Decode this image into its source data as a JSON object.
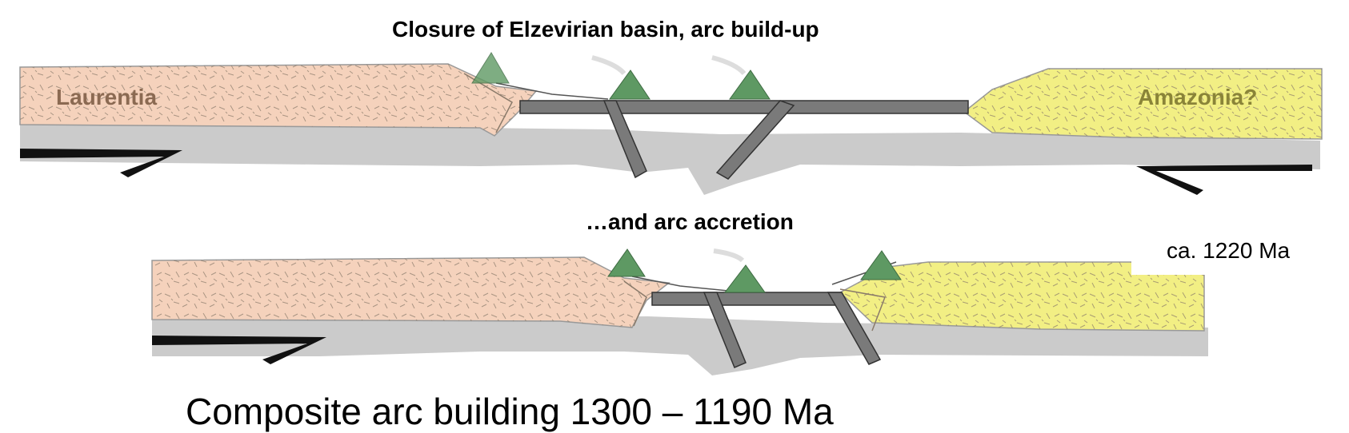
{
  "labels": {
    "title_top": "Closure of Elzevirian basin, arc build-up",
    "title_bottom": "…and arc accretion",
    "laurentia": "Laurentia",
    "amazonia": "Amazonia?",
    "age": "ca. 1220 Ma",
    "caption": "Composite arc building 1300 – 1190 Ma"
  },
  "colors": {
    "laurentia_fill": "#f5d2bc",
    "laurentia_text": "#8b6a52",
    "amazonia_fill": "#f2ef84",
    "amazonia_text": "#8a8438",
    "mantle_gray": "#cbcbcb",
    "slab_gray": "#7a7a7a",
    "volcano_green": "#5e9963",
    "arrow_black": "#111111"
  }
}
